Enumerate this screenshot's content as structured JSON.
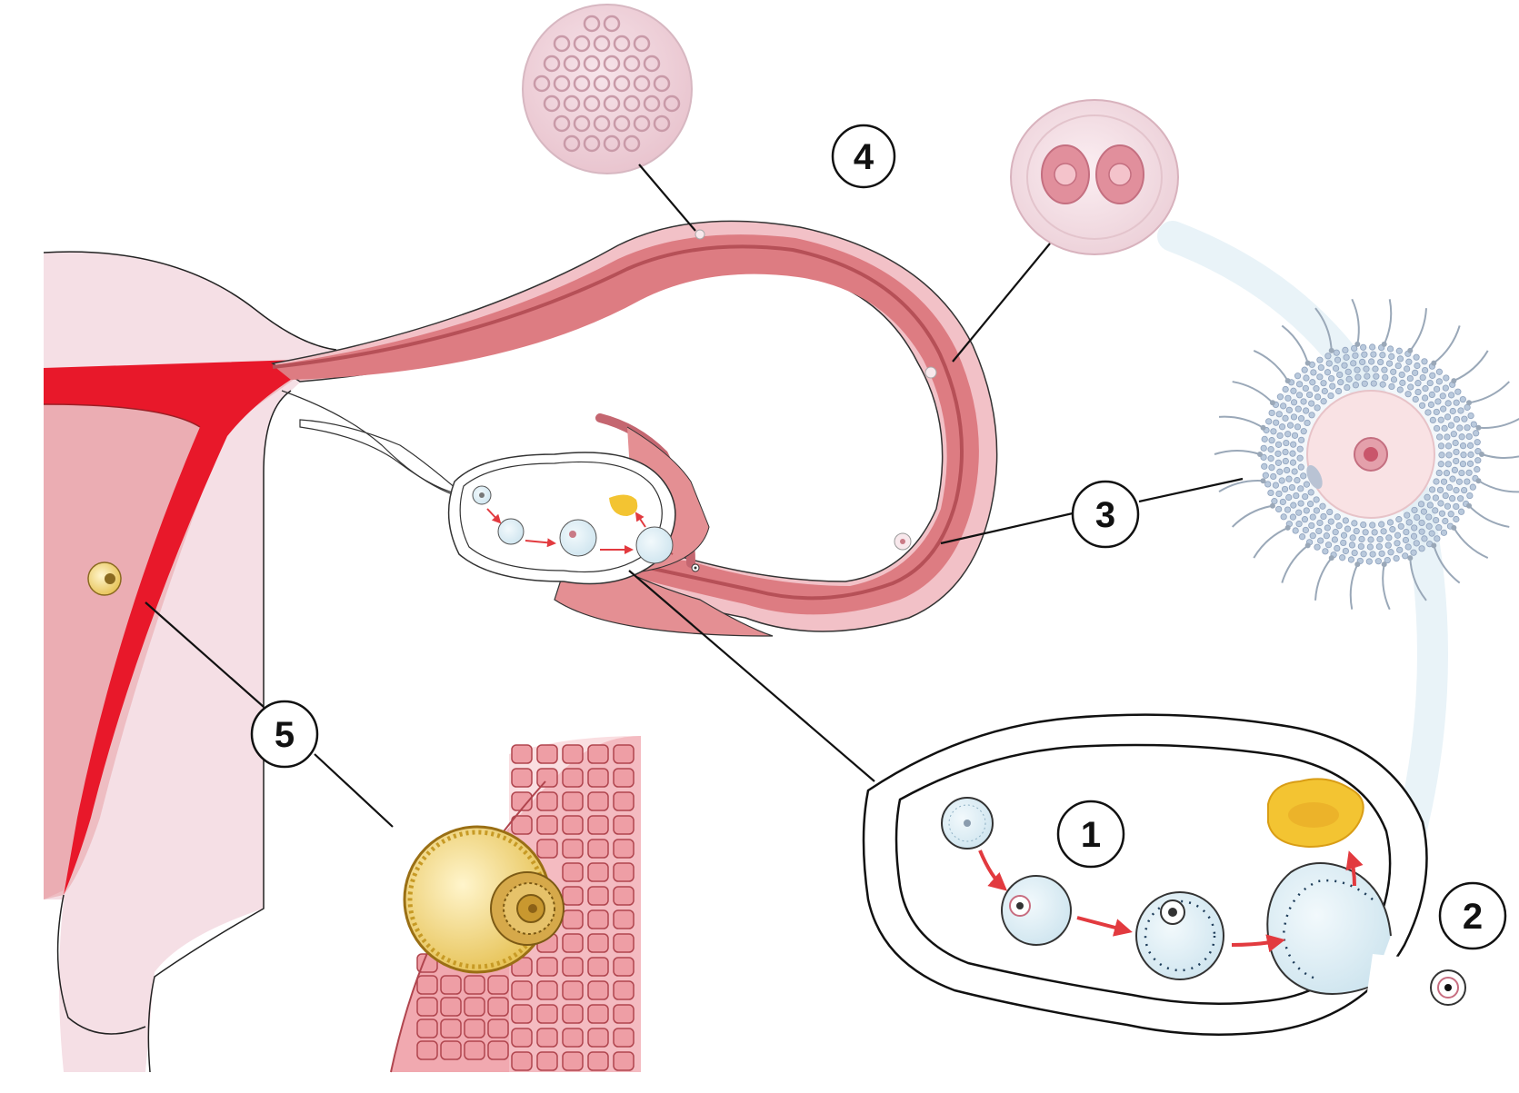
{
  "diagram": {
    "markers": [
      {
        "id": "1",
        "label": "1"
      },
      {
        "id": "2",
        "label": "2"
      },
      {
        "id": "3",
        "label": "3"
      },
      {
        "id": "4",
        "label": "4"
      },
      {
        "id": "5",
        "label": "5"
      }
    ]
  },
  "colors": {
    "uterus_tissue": "#f2c8cf",
    "uterus_light": "#f7e0e5",
    "tube_wall": "#e48f93",
    "tube_lumen": "#d46a6f",
    "endometrium_red": "#e8182a",
    "follicle_blue": "#d8ecf4",
    "corpus_luteum": "#f3c432",
    "blastocyst_gold": "#e7c55a",
    "cell_pink": "#ee9ea5",
    "outline": "#111111"
  },
  "icons": [
    "morula-icon",
    "two-cell-embryo-icon",
    "fertilization-icon",
    "ovary-icon",
    "ovulated-egg-icon",
    "implanted-blastocyst-icon"
  ]
}
